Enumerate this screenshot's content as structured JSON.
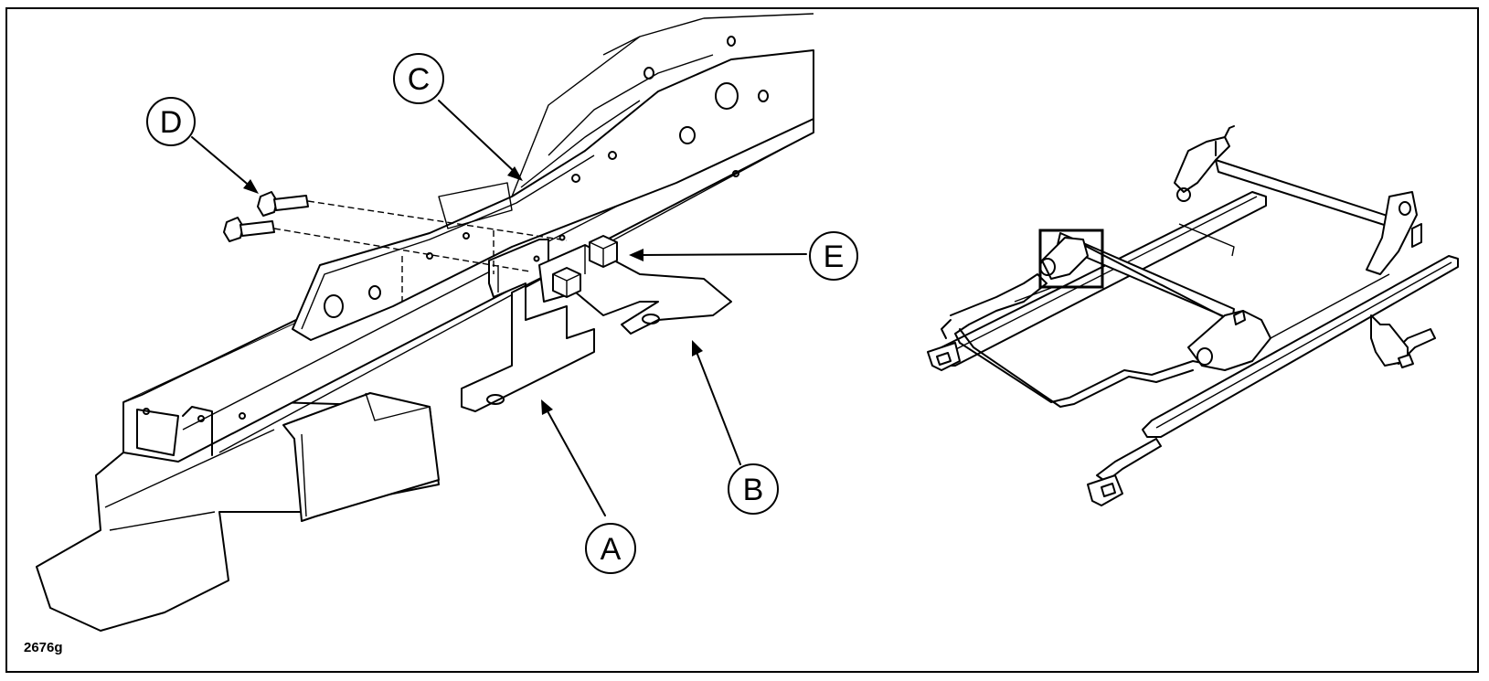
{
  "callouts": {
    "a": "A",
    "b": "B",
    "c": "C",
    "d": "D",
    "e": "E"
  },
  "figure_reference": "2676g"
}
